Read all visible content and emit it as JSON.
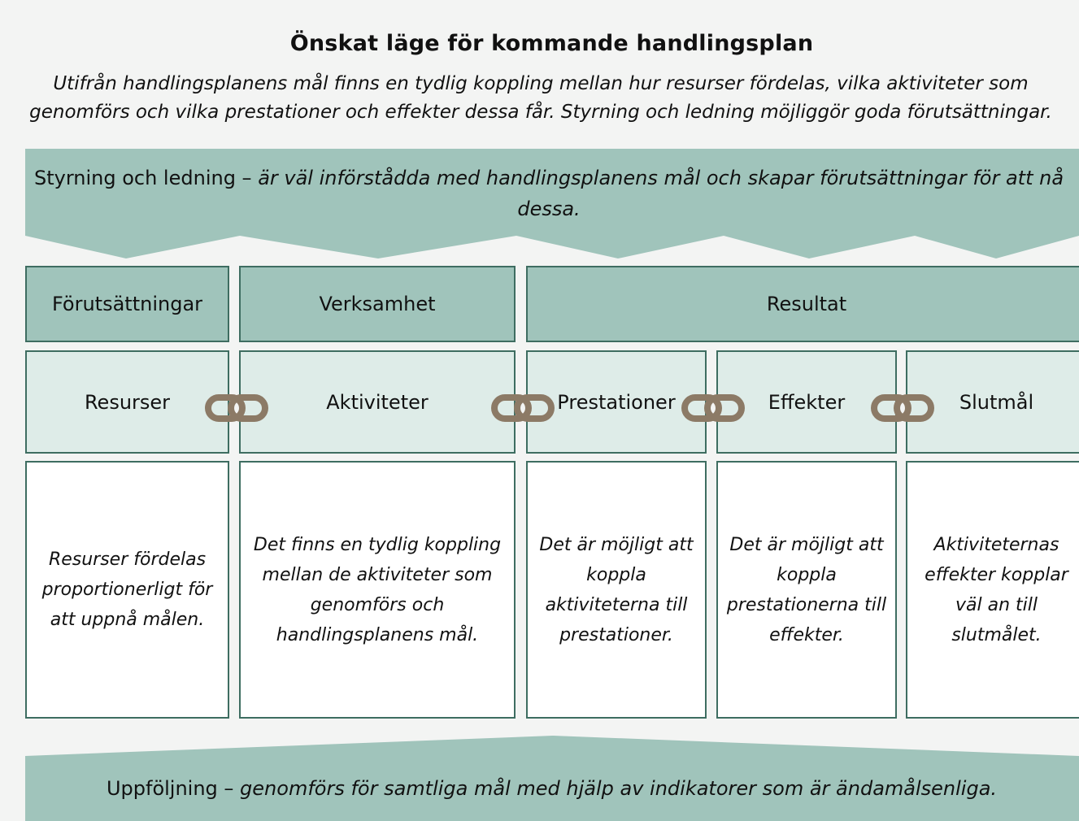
{
  "title": "Önskat läge för kommande handlingsplan",
  "subtitle": "Utifrån handlingsplanens mål finns en tydlig koppling mellan hur resurser fördelas, vilka aktiviteter som genomförs och vilka prestationer och effekter dessa får. Styrning och ledning möjliggör goda förutsättningar.",
  "top_banner": {
    "lead": "Styrning och ledning – ",
    "text": "är väl införstådda med handlingsplanens mål och skapar förutsättningar för att nå dessa."
  },
  "headers": {
    "forutsattningar": "Förutsättningar",
    "verksamhet": "Verksamhet",
    "resultat": "Resultat"
  },
  "chain": [
    {
      "label": "Resurser",
      "description": "Resurser fördelas proportionerligt för att uppnå målen."
    },
    {
      "label": "Aktiviteter",
      "description": "Det finns en tydlig koppling mellan de aktiviteter som genomförs och handlingsplanens mål."
    },
    {
      "label": "Prestationer",
      "description": "Det är möjligt att koppla aktiviteterna till prestationer."
    },
    {
      "label": "Effekter",
      "description": "Det är möjligt att koppla prestationerna till effekter."
    },
    {
      "label": "Slutmål",
      "description": "Aktiviteternas effekter kopplar väl an till slutmålet."
    }
  ],
  "bottom_banner": {
    "lead": "Uppföljning – ",
    "text": "genomförs för samtliga mål med hjälp av indikatorer som är ändamålsenliga."
  },
  "colors": {
    "banner": "#a0c4bb",
    "subheader": "#deece8",
    "border": "#3e6d61",
    "chain_link": "#8c7a66"
  },
  "icons": {
    "link": "chain-link-icon"
  }
}
